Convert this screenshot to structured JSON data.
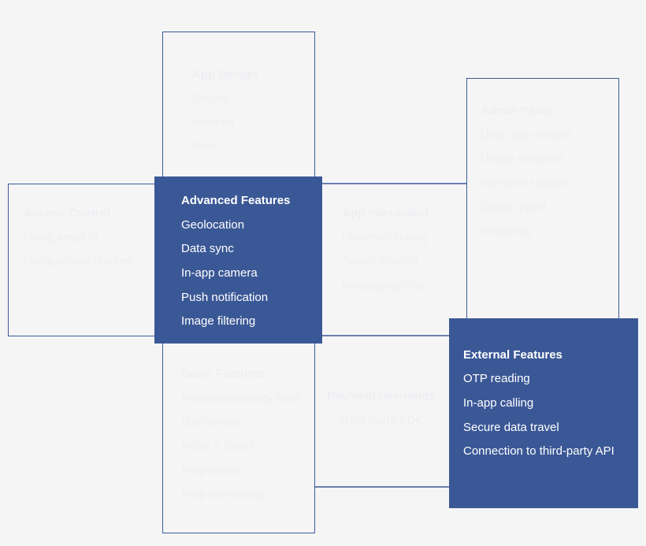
{
  "app_design": {
    "title": "App Design",
    "items": [
      "Simple",
      "Medium",
      "Rich"
    ]
  },
  "access_control": {
    "title": "Access Control",
    "items": [
      "Using email id",
      "Using phone number"
    ]
  },
  "advanced": {
    "title": "Advanced Features",
    "items": [
      "Geolocation",
      "Data sync",
      "In-app camera",
      "Push notification",
      "Image filtering"
    ]
  },
  "app_interaction": {
    "title": "App Interaction",
    "items": [
      "Universal linking",
      "Social Sharing",
      "Messaging/chat"
    ]
  },
  "admin_panel": {
    "title": "Admin Panel",
    "items": [
      "User data control",
      "Usage analytics",
      "Intercom support",
      "Crash report",
      "Reporting"
    ]
  },
  "basic": {
    "title": "Basic Features",
    "items": [
      "Newsfeed/activity feed",
      "User profile",
      "Refer a friend",
      "Help center",
      "Help community"
    ]
  },
  "payments": {
    "title": "Payments/earnings",
    "items": [
      "Third-party SDK"
    ]
  },
  "external": {
    "title": "External Features",
    "items": [
      "OTP reading",
      "In-app calling",
      "Secure data travel",
      "Connection to third-party API"
    ]
  },
  "colors": {
    "accent": "#3b5896",
    "outline": "#3c5a99",
    "background": "#f5f5f6",
    "ghost_text": "#eeeff2"
  }
}
